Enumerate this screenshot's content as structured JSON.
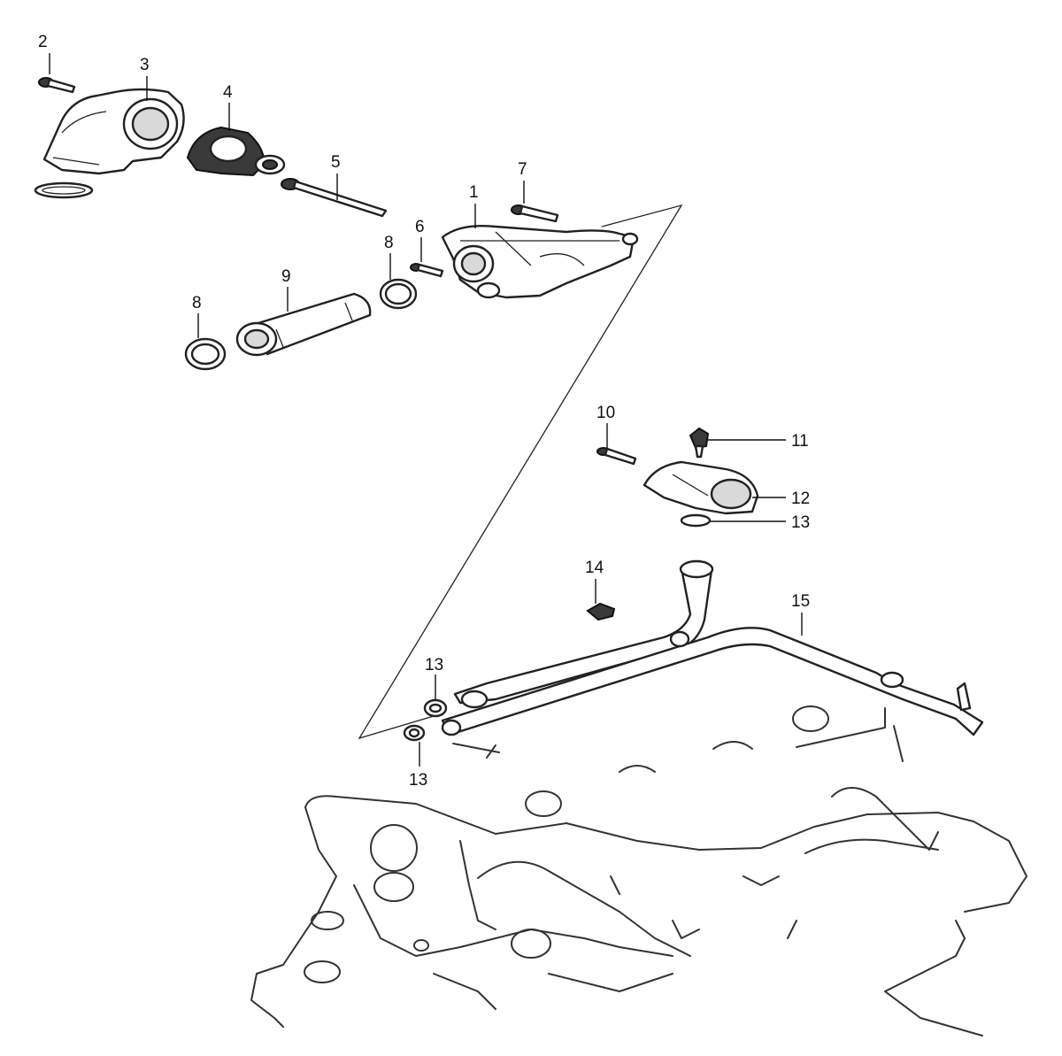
{
  "diagram": {
    "callouts": [
      {
        "id": "c2",
        "label": "2"
      },
      {
        "id": "c3",
        "label": "3"
      },
      {
        "id": "c4",
        "label": "4"
      },
      {
        "id": "c5",
        "label": "5"
      },
      {
        "id": "c7",
        "label": "7"
      },
      {
        "id": "c1",
        "label": "1"
      },
      {
        "id": "c6",
        "label": "6"
      },
      {
        "id": "c8a",
        "label": "8"
      },
      {
        "id": "c9",
        "label": "9"
      },
      {
        "id": "c8b",
        "label": "8"
      },
      {
        "id": "c10",
        "label": "10"
      },
      {
        "id": "c11",
        "label": "11"
      },
      {
        "id": "c12",
        "label": "12"
      },
      {
        "id": "c13a",
        "label": "13"
      },
      {
        "id": "c14",
        "label": "14"
      },
      {
        "id": "c15",
        "label": "15"
      },
      {
        "id": "c13b",
        "label": "13"
      },
      {
        "id": "c13c",
        "label": "13"
      }
    ]
  }
}
